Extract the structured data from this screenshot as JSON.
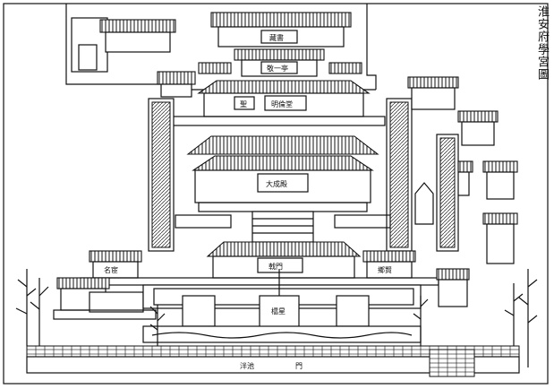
{
  "title": "淮安府學宮圖",
  "labels": {
    "top_hall": "藏書",
    "jing_yi": "敬一亭",
    "ming_lun": "明倫堂",
    "hall_left": "聖",
    "da_cheng": "大成殿",
    "ji_men": "戟門",
    "left_shrine": "名宦",
    "right_shrine": "鄉賢",
    "ling_xing": "櫺星",
    "pan_chi": "泮池",
    "bottom_gate": "門"
  }
}
